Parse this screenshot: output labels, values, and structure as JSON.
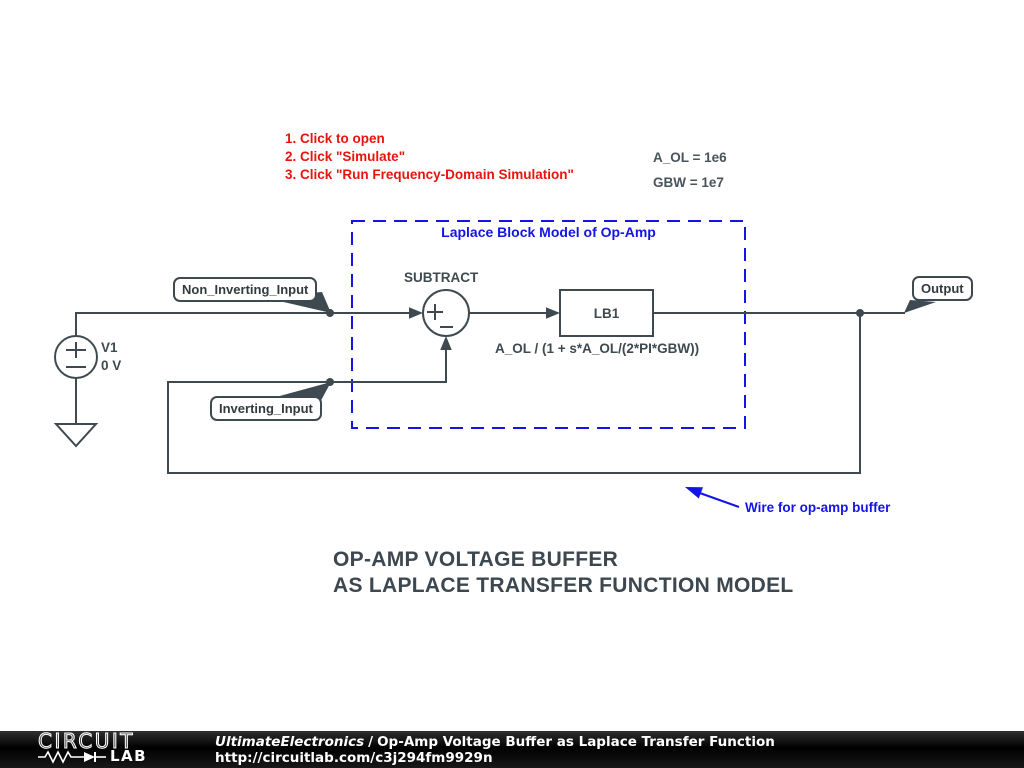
{
  "colors": {
    "wire": "#3e4a50",
    "annotation_red": "#e8140c",
    "annotation_blue": "#1414e6",
    "title_gray": "#3c4750",
    "footer_bg": "#111111"
  },
  "annotations": {
    "instructions": [
      "1. Click to open",
      "2. Click \"Simulate\"",
      "3. Click \"Run Frequency-Domain Simulation\""
    ],
    "parameters": [
      "A_OL = 1e6",
      "GBW = 1e7"
    ],
    "laplace_box_label": "Laplace Block Model of Op-Amp",
    "wire_note": "Wire for op-amp buffer"
  },
  "schematic": {
    "subtract_label": "SUBTRACT",
    "laplace_block": {
      "name": "LB1",
      "formula": "A_OL / (1 + s*A_OL/(2*PI*GBW))"
    },
    "voltage_source": {
      "name": "V1",
      "value": "0 V"
    },
    "net_flags": {
      "non_inverting": "Non_Inverting_Input",
      "inverting": "Inverting_Input",
      "output": "Output"
    }
  },
  "title": {
    "line1": "OP-AMP VOLTAGE BUFFER",
    "line2": "AS LAPLACE TRANSFER FUNCTION MODEL"
  },
  "footer": {
    "logo": {
      "top": "CIRCUIT",
      "bottom": "LAB"
    },
    "author": "UltimateElectronics",
    "separator": "/",
    "document_title": "Op-Amp Voltage Buffer as Laplace Transfer Function",
    "url": "http://circuitlab.com/c3j294fm9929n"
  }
}
